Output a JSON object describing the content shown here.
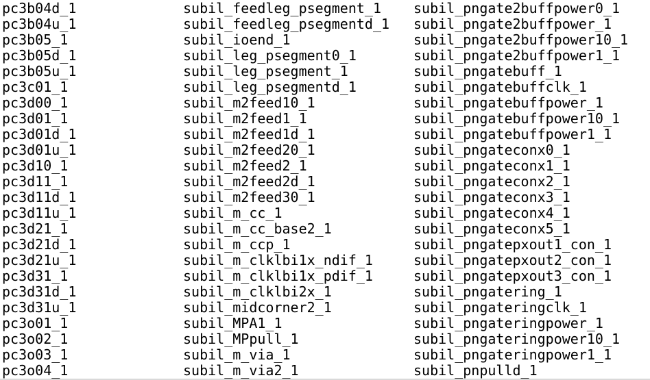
{
  "listing": {
    "columns": [
      [
        "pc3b04d_1",
        "pc3b04u_1",
        "pc3b05_1",
        "pc3b05d_1",
        "pc3b05u_1",
        "pc3c01_1",
        "pc3d00_1",
        "pc3d01_1",
        "pc3d01d_1",
        "pc3d01u_1",
        "pc3d10_1",
        "pc3d11_1",
        "pc3d11d_1",
        "pc3d11u_1",
        "pc3d21_1",
        "pc3d21d_1",
        "pc3d21u_1",
        "pc3d31_1",
        "pc3d31d_1",
        "pc3d31u_1",
        "pc3o01_1",
        "pc3o02_1",
        "pc3o03_1",
        "pc3o04_1"
      ],
      [
        "subil_feedleg_psegment_1",
        "subil_feedleg_psegmentd_1",
        "subil_ioend_1",
        "subil_leg_psegment0_1",
        "subil_leg_psegment_1",
        "subil_leg_psegmentd_1",
        "subil_m2feed10_1",
        "subil_m2feed1_1",
        "subil_m2feed1d_1",
        "subil_m2feed20_1",
        "subil_m2feed2_1",
        "subil_m2feed2d_1",
        "subil_m2feed30_1",
        "subil_m_cc_1",
        "subil_m_cc_base2_1",
        "subil_m_ccp_1",
        "subil_m_clklbi1x_ndif_1",
        "subil_m_clklbi1x_pdif_1",
        "subil_m_clklbi2x_1",
        "subil_midcorner2_1",
        "subil_MPA1_1",
        "subil_MPpull_1",
        "subil_m_via_1",
        "subil_m_via2_1"
      ],
      [
        "subil_pngate2buffpower0_1",
        "subil_pngate2buffpower_1",
        "subil_pngate2buffpower10_1",
        "subil_pngate2buffpower1_1",
        "subil_pngatebuff_1",
        "subil_pngatebuffclk_1",
        "subil_pngatebuffpower_1",
        "subil_pngatebuffpower10_1",
        "subil_pngatebuffpower1_1",
        "subil_pngateconx0_1",
        "subil_pngateconx1_1",
        "subil_pngateconx2_1",
        "subil_pngateconx3_1",
        "subil_pngateconx4_1",
        "subil_pngateconx5_1",
        "subil_pngatepxout1_con_1",
        "subil_pngatepxout2_con_1",
        "subil_pngatepxout3_con_1",
        "subil_pngatering_1",
        "subil_pngateringclk_1",
        "subil_pngateringpower_1",
        "subil_pngateringpower10_1",
        "subil_pngateringpower1_1",
        "subil_pnpulld_1"
      ]
    ]
  }
}
